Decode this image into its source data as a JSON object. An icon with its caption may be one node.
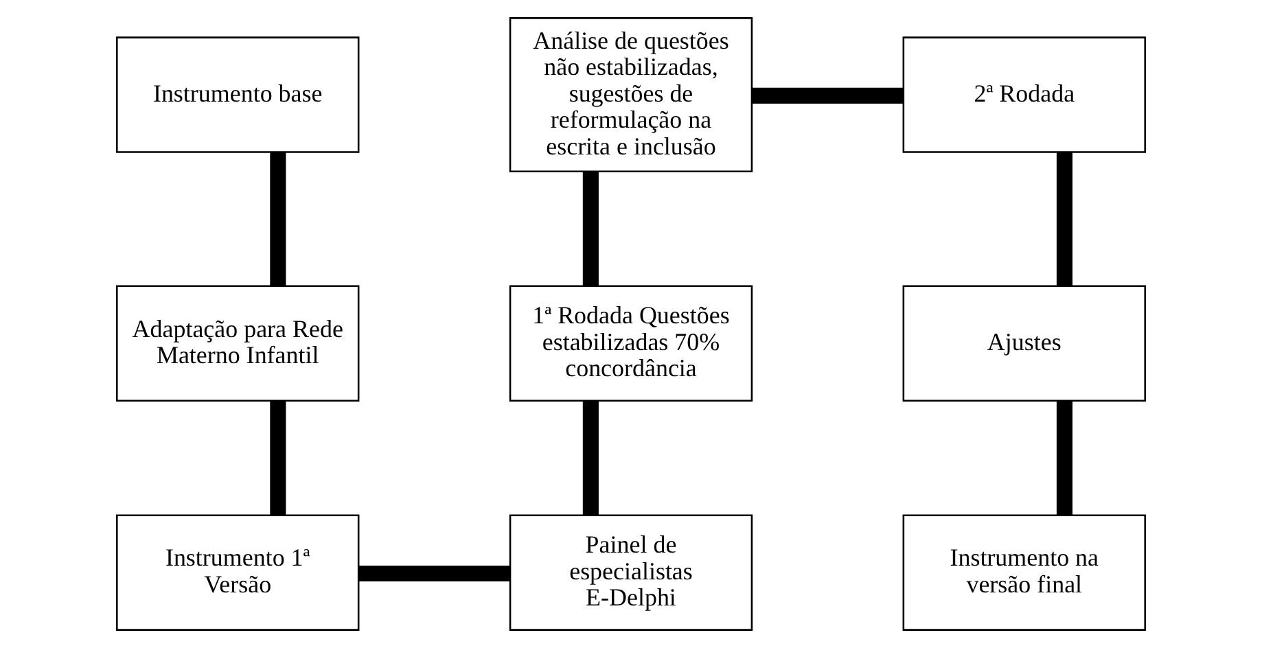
{
  "diagram": {
    "nodes": [
      {
        "text": [
          "Instrumento base"
        ]
      },
      {
        "text": [
          "Adaptação para Rede Materno Infantil"
        ]
      },
      {
        "text": [
          "Instrumento 1ª Versão"
        ]
      },
      {
        "text": [
          "Painel de especialistas E-Delphi"
        ]
      },
      {
        "text": [
          "1ª Rodada Questões estabilizadas 70% concordância"
        ]
      },
      {
        "text": [
          "Análise de questões não estabilizadas, sugestões de reformulação na escrita e inclusão"
        ]
      },
      {
        "text": [
          "2ª Rodada"
        ]
      },
      {
        "text": [
          "Ajustes"
        ]
      },
      {
        "text": [
          "Instrumento na versão final"
        ]
      }
    ],
    "edges": [
      {
        "from": 0,
        "to": 1,
        "arrow": "none"
      },
      {
        "from": 1,
        "to": 2,
        "arrow": "none"
      },
      {
        "from": 2,
        "to": 3,
        "arrow": "none"
      },
      {
        "from": 3,
        "to": 4,
        "arrow": "none"
      },
      {
        "from": 4,
        "to": 5,
        "arrow": "none"
      },
      {
        "from": 5,
        "to": 6,
        "arrow": "none"
      },
      {
        "from": 6,
        "to": 7,
        "arrow": "none"
      },
      {
        "from": 7,
        "to": 8,
        "arrow": "none"
      }
    ]
  }
}
